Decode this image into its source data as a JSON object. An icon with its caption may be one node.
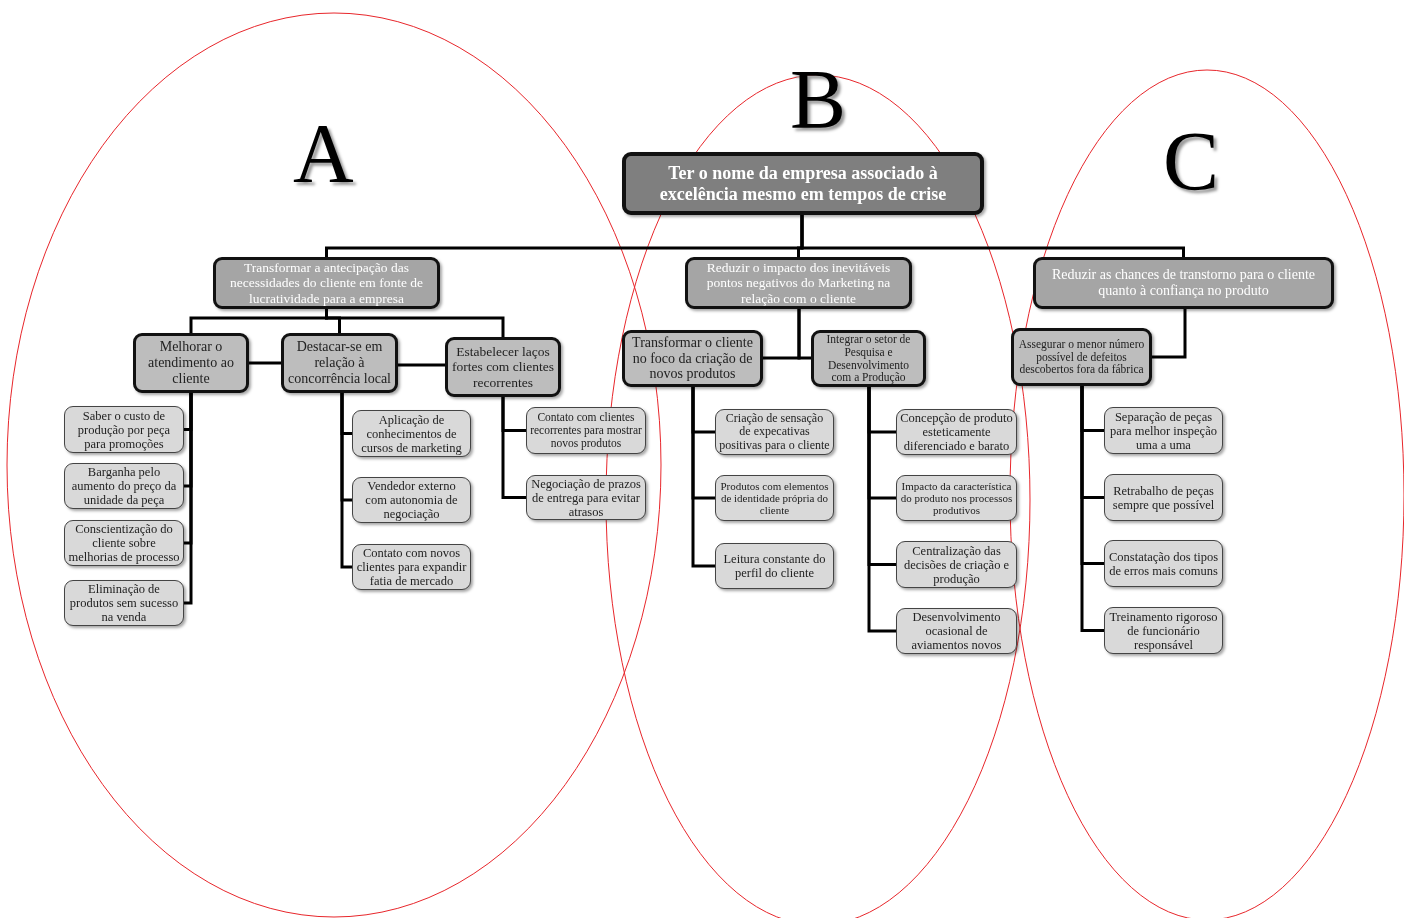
{
  "diagram": {
    "nodes": [
      {
        "text": [
          "Ter o nome da empresa associado à excelência mesmo em tempos de crise"
        ]
      },
      {
        "text": [
          "Transformar a antecipação das necessidades do cliente em fonte de lucratividade para a empresa"
        ]
      },
      {
        "text": [
          "Melhorar o atendimento ao cliente"
        ]
      },
      {
        "text": [
          "Destacar-se em relação à concorrência local"
        ]
      },
      {
        "text": [
          "Estabelecer laços fortes com clientes recorrentes"
        ]
      },
      {
        "text": [
          "Saber o custo de produção por peça para promoções"
        ]
      },
      {
        "text": [
          "Barganha pelo aumento do preço da unidade da peça"
        ]
      },
      {
        "text": [
          "Conscientização do cliente sobre melhorias de processo"
        ]
      },
      {
        "text": [
          "Eliminação de produtos sem sucesso na venda"
        ]
      },
      {
        "text": [
          "Aplicação de conhecimentos de cursos de marketing"
        ]
      },
      {
        "text": [
          "Vendedor externo com autonomia de negociação"
        ]
      },
      {
        "text": [
          "Contato com novos clientes para expandir fatia de mercado"
        ]
      },
      {
        "text": [
          "Contato com clientes recorrentes para mostrar novos produtos"
        ]
      },
      {
        "text": [
          "Negociação de prazos de entrega para evitar atrasos"
        ]
      },
      {
        "text": [
          "Reduzir o impacto dos inevitáveis pontos negativos do Marketing na relação com o cliente"
        ]
      },
      {
        "text": [
          "Transformar o cliente no foco da criação de novos produtos"
        ]
      },
      {
        "text": [
          "Integrar o setor de Pesquisa e Desenvolvimento com a Produção"
        ]
      },
      {
        "text": [
          "Criação de sensação de expecativas positivas para o cliente"
        ]
      },
      {
        "text": [
          "Produtos com elementos de identidade própria do cliente"
        ]
      },
      {
        "text": [
          "Leitura constante do perfil do cliente"
        ]
      },
      {
        "text": [
          "Concepção de produto esteticamente diferenciado e barato"
        ]
      },
      {
        "text": [
          "Impacto da característica do produto nos processos produtivos"
        ]
      },
      {
        "text": [
          "Centralização das decisões de criação e produção"
        ]
      },
      {
        "text": [
          "Desenvolvimento ocasional de aviamentos novos"
        ]
      },
      {
        "text": [
          "Reduzir as chances de transtorno para o cliente quanto à confiança no produto"
        ]
      },
      {
        "text": [
          "Assegurar o menor número possível de defeitos descobertos fora da fábrica"
        ]
      },
      {
        "text": [
          "Separação de peças para melhor inspeção uma a uma"
        ]
      },
      {
        "text": [
          "Retrabalho de peças sempre que possível"
        ]
      },
      {
        "text": [
          "Constatação dos tipos de erros mais comuns"
        ]
      },
      {
        "text": [
          "Treinamento rigoroso de funcionário responsável"
        ]
      }
    ],
    "edges": [
      {
        "from": 0,
        "to": 1,
        "arrow": "none"
      },
      {
        "from": 0,
        "to": 14,
        "arrow": "none"
      },
      {
        "from": 0,
        "to": 24,
        "arrow": "none"
      },
      {
        "from": 1,
        "to": 2,
        "arrow": "none"
      },
      {
        "from": 1,
        "to": 3,
        "arrow": "none"
      },
      {
        "from": 1,
        "to": 4,
        "arrow": "none"
      },
      {
        "from": 2,
        "to": 3,
        "arrow": "none"
      },
      {
        "from": 3,
        "to": 4,
        "arrow": "none"
      },
      {
        "from": 2,
        "to": 5,
        "arrow": "none"
      },
      {
        "from": 2,
        "to": 6,
        "arrow": "none"
      },
      {
        "from": 2,
        "to": 7,
        "arrow": "none"
      },
      {
        "from": 2,
        "to": 8,
        "arrow": "none"
      },
      {
        "from": 3,
        "to": 9,
        "arrow": "none"
      },
      {
        "from": 3,
        "to": 10,
        "arrow": "none"
      },
      {
        "from": 3,
        "to": 11,
        "arrow": "none"
      },
      {
        "from": 4,
        "to": 12,
        "arrow": "none"
      },
      {
        "from": 4,
        "to": 13,
        "arrow": "none"
      },
      {
        "from": 14,
        "to": 15,
        "arrow": "none"
      },
      {
        "from": 14,
        "to": 16,
        "arrow": "none"
      },
      {
        "from": 15,
        "to": 17,
        "arrow": "none"
      },
      {
        "from": 15,
        "to": 18,
        "arrow": "none"
      },
      {
        "from": 15,
        "to": 19,
        "arrow": "none"
      },
      {
        "from": 16,
        "to": 20,
        "arrow": "none"
      },
      {
        "from": 16,
        "to": 21,
        "arrow": "none"
      },
      {
        "from": 16,
        "to": 22,
        "arrow": "none"
      },
      {
        "from": 16,
        "to": 23,
        "arrow": "none"
      },
      {
        "from": 24,
        "to": 25,
        "arrow": "none"
      },
      {
        "from": 25,
        "to": 26,
        "arrow": "none"
      },
      {
        "from": 25,
        "to": 27,
        "arrow": "none"
      },
      {
        "from": 25,
        "to": 28,
        "arrow": "none"
      },
      {
        "from": 25,
        "to": 29,
        "arrow": "none"
      }
    ],
    "labels": [
      "A",
      "B",
      "C"
    ]
  }
}
